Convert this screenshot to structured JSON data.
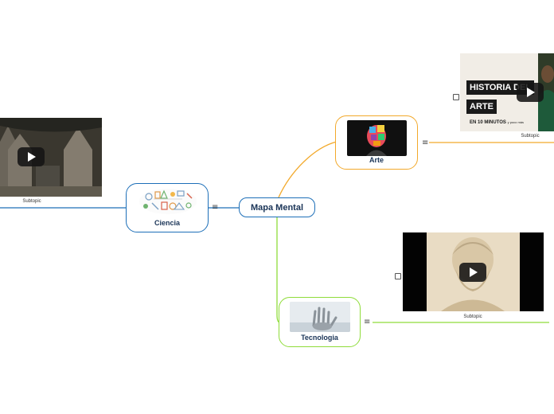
{
  "central": {
    "label": "Mapa Mental"
  },
  "branches": {
    "arte": {
      "label": "Arte",
      "color": "#f2a92b"
    },
    "ciencia": {
      "label": "Ciencia",
      "color": "#1d6fb8"
    },
    "tecnologia": {
      "label": "Tecnologia",
      "color": "#8fdc3a"
    }
  },
  "subtopics": {
    "arte": {
      "label": "Subtopic",
      "video_title_line1": "HISTORIA DEL",
      "video_title_line2": "ARTE",
      "video_subtitle": "EN 10 MINUTOS",
      "video_subtitle_small": "y poco más"
    },
    "ciencia": {
      "label": "Subtopic"
    },
    "tecnologia": {
      "label": "Subtopic"
    }
  },
  "icons": {
    "menu": "≡",
    "play": "play-icon",
    "checkbox": "checkbox-icon"
  }
}
